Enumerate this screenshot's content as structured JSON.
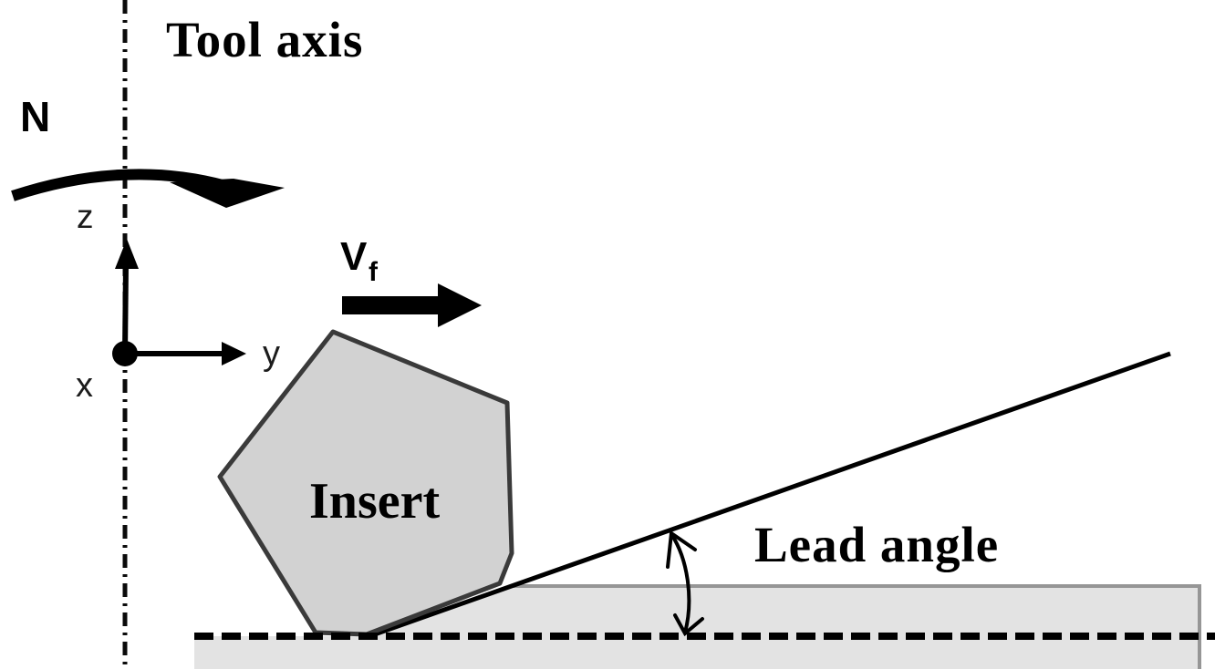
{
  "diagram": {
    "labels": {
      "tool_axis": "Tool axis",
      "rotation": "N",
      "z": "z",
      "y": "y",
      "x": "x",
      "feed_v": "V",
      "feed_sub": "f",
      "insert": "Insert",
      "lead_angle": "Lead angle"
    },
    "colors": {
      "insert_fill": "#d2d2d2",
      "insert_outline": "#3a3a3a",
      "workpiece_fill": "#e3e3e3",
      "workpiece_border": "#969696",
      "ink": "#000000",
      "background": "#ffffff"
    }
  }
}
